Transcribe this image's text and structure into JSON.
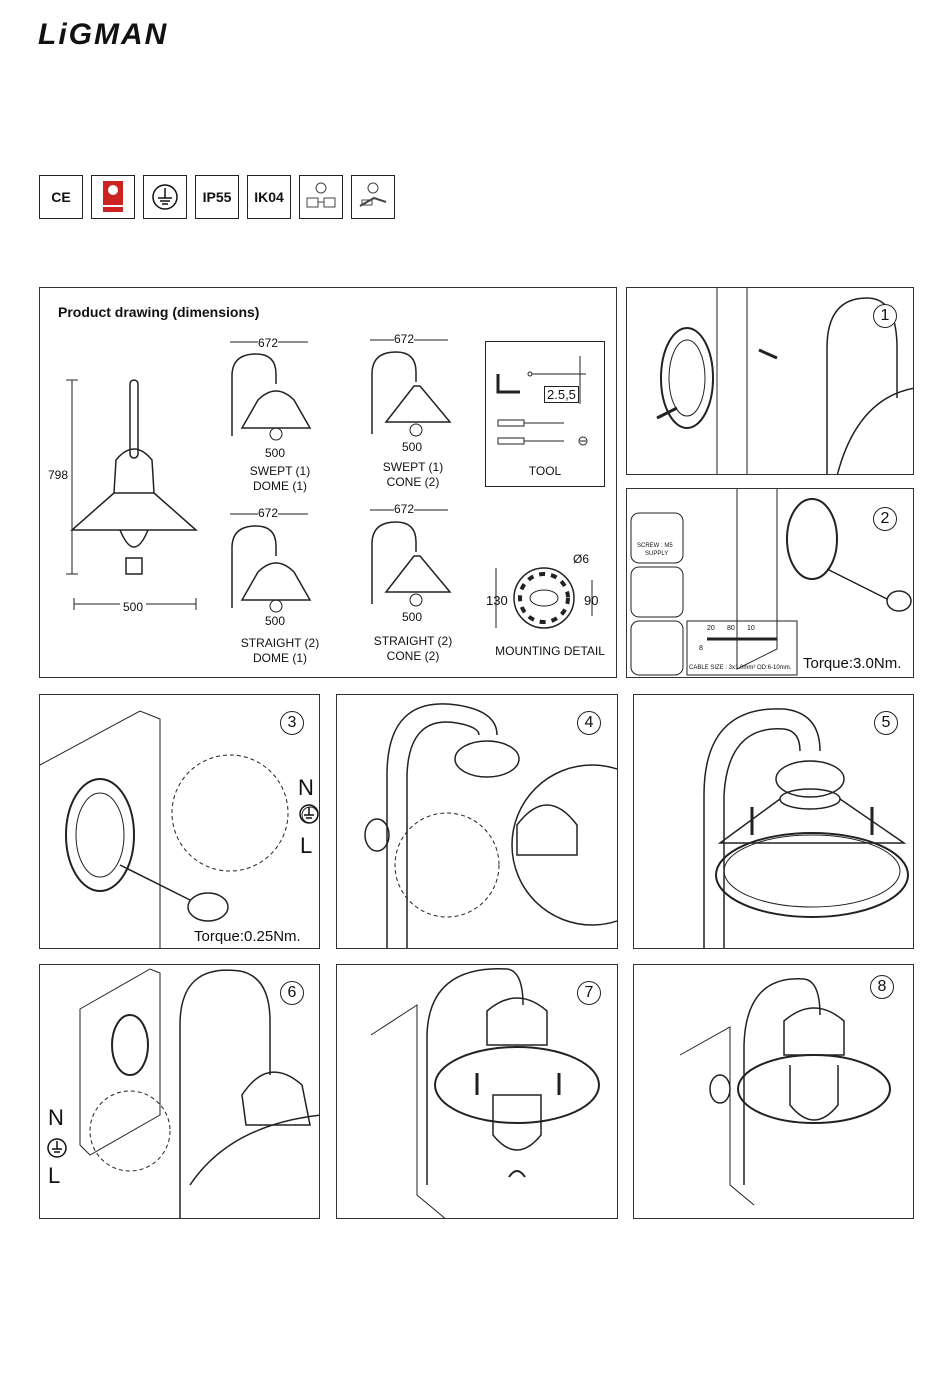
{
  "brand": "LiGMAN",
  "certifications": [
    "CE",
    "Q",
    "ground-symbol",
    "IP55",
    "IK04",
    "",
    ""
  ],
  "dimensions_panel": {
    "title": "Product drawing (dimensions)",
    "height": "798",
    "width": "500",
    "variants": [
      {
        "top": "672",
        "bottom": "500",
        "label1": "SWEPT (1)",
        "label2": "DOME (1)"
      },
      {
        "top": "672",
        "bottom": "500",
        "label1": "SWEPT (1)",
        "label2": "CONE (2)"
      },
      {
        "top": "672",
        "bottom": "500",
        "label1": "STRAIGHT (2)",
        "label2": "DOME (1)"
      },
      {
        "top": "672",
        "bottom": "500",
        "label1": "STRAIGHT (2)",
        "label2": "CONE (2)"
      }
    ],
    "tool": {
      "size": "2.5,5",
      "label": "TOOL"
    },
    "mounting": {
      "dia": "Ø6",
      "h": "130",
      "w": "90",
      "label": "MOUNTING DETAIL"
    }
  },
  "steps": {
    "s1": "1",
    "s2": "2",
    "s2_screw": "SCREW : M5",
    "s2_supply": "SUPPLY",
    "s2_cable": "CABLE SIZE : 3x1.0mm²   OD:6-10mm.",
    "s2_dims": [
      "20",
      "80",
      "10",
      "8"
    ],
    "s2_torque": "Torque:3.0Nm.",
    "s3": "3",
    "s3_N": "N",
    "s3_L": "L",
    "s3_torque": "Torque:0.25Nm.",
    "s4": "4",
    "s5": "5",
    "s6": "6",
    "s6_N": "N",
    "s6_L": "L",
    "s7": "7",
    "s8": "8"
  }
}
